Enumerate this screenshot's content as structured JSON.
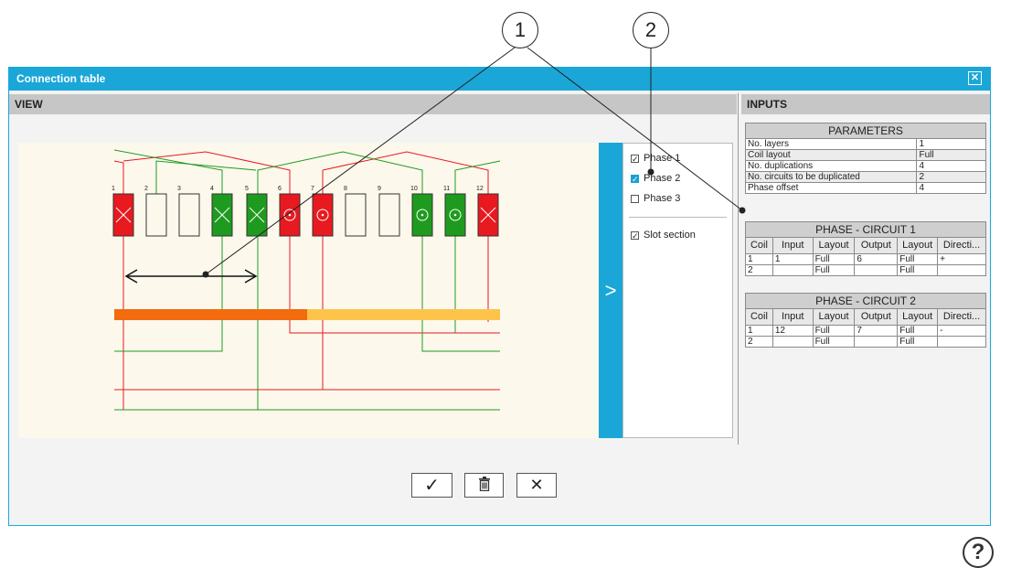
{
  "callouts": [
    "1",
    "2"
  ],
  "window": {
    "title": "Connection table",
    "close_icon": "close-icon"
  },
  "view": {
    "header": "VIEW",
    "toggle_glyph": ">"
  },
  "slots": [
    "1",
    "2",
    "3",
    "4",
    "5",
    "6",
    "7",
    "8",
    "9",
    "10",
    "11",
    "12"
  ],
  "legend": {
    "items": [
      {
        "label": "Phase 1",
        "checked": true,
        "style": "plain"
      },
      {
        "label": "Phase 2",
        "checked": true,
        "style": "blue"
      },
      {
        "label": "Phase 3",
        "checked": false,
        "style": "plain"
      },
      {
        "label": "Slot section",
        "checked": true,
        "style": "plain"
      }
    ]
  },
  "inputs": {
    "header": "INPUTS",
    "parameters": {
      "title": "PARAMETERS",
      "rows": [
        {
          "label": "No. layers",
          "value": "1"
        },
        {
          "label": "Coil layout",
          "value": "Full"
        },
        {
          "label": "No. duplications",
          "value": "4"
        },
        {
          "label": "No. circuits to be duplicated",
          "value": "2"
        },
        {
          "label": "Phase offset",
          "value": "4"
        }
      ]
    },
    "circuit1": {
      "title": "PHASE - CIRCUIT 1",
      "columns": [
        "Coil",
        "Input",
        "Layout",
        "Output",
        "Layout",
        "Directi..."
      ],
      "rows": [
        [
          "1",
          "1",
          "Full",
          "6",
          "Full",
          "+"
        ],
        [
          "2",
          "",
          "Full",
          "",
          "Full",
          ""
        ]
      ]
    },
    "circuit2": {
      "title": "PHASE - CIRCUIT 2",
      "columns": [
        "Coil",
        "Input",
        "Layout",
        "Output",
        "Layout",
        "Directi..."
      ],
      "rows": [
        [
          "1",
          "12",
          "Full",
          "7",
          "Full",
          "-"
        ],
        [
          "2",
          "",
          "Full",
          "",
          "Full",
          ""
        ]
      ]
    }
  },
  "buttons": {
    "confirm_glyph": "✓",
    "delete_glyph": "🗑",
    "cancel_glyph": "✕",
    "help_glyph": "?"
  },
  "colors": {
    "accent": "#1aa7d8",
    "phase1": "#e8191f",
    "phase2": "#1e9b1e",
    "bar_orange": "#f26b0f",
    "bar_yellow": "#fdc34a"
  }
}
